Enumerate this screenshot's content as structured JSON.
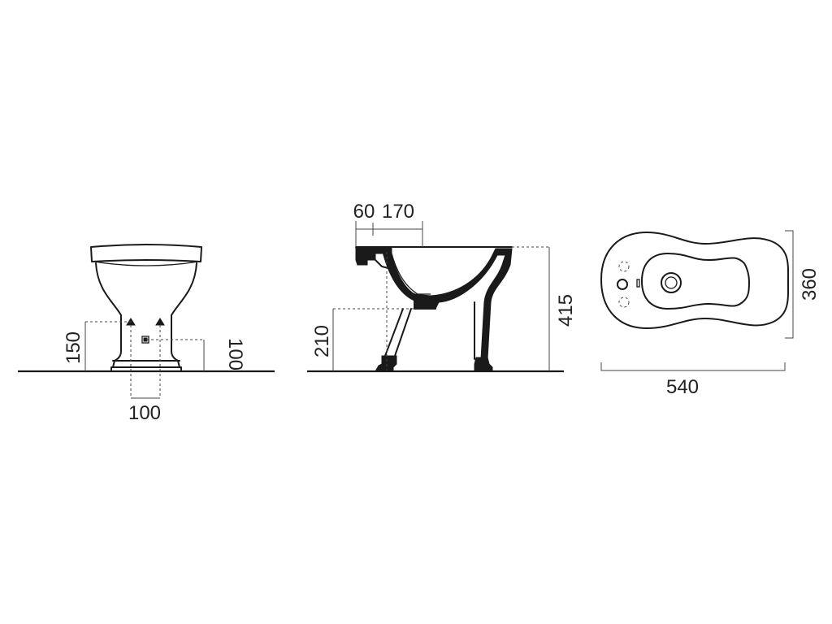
{
  "colors": {
    "line": "#1a1a1a",
    "dimension": "#444444",
    "background": "#ffffff"
  },
  "dimensions": {
    "front_height_150": "150",
    "front_height_100": "100",
    "front_width_100": "100",
    "side_offset_60": "60",
    "side_offset_170": "170",
    "side_height_210": "210",
    "side_height_415": "415",
    "plan_depth_360": "360",
    "plan_width_540": "540"
  }
}
